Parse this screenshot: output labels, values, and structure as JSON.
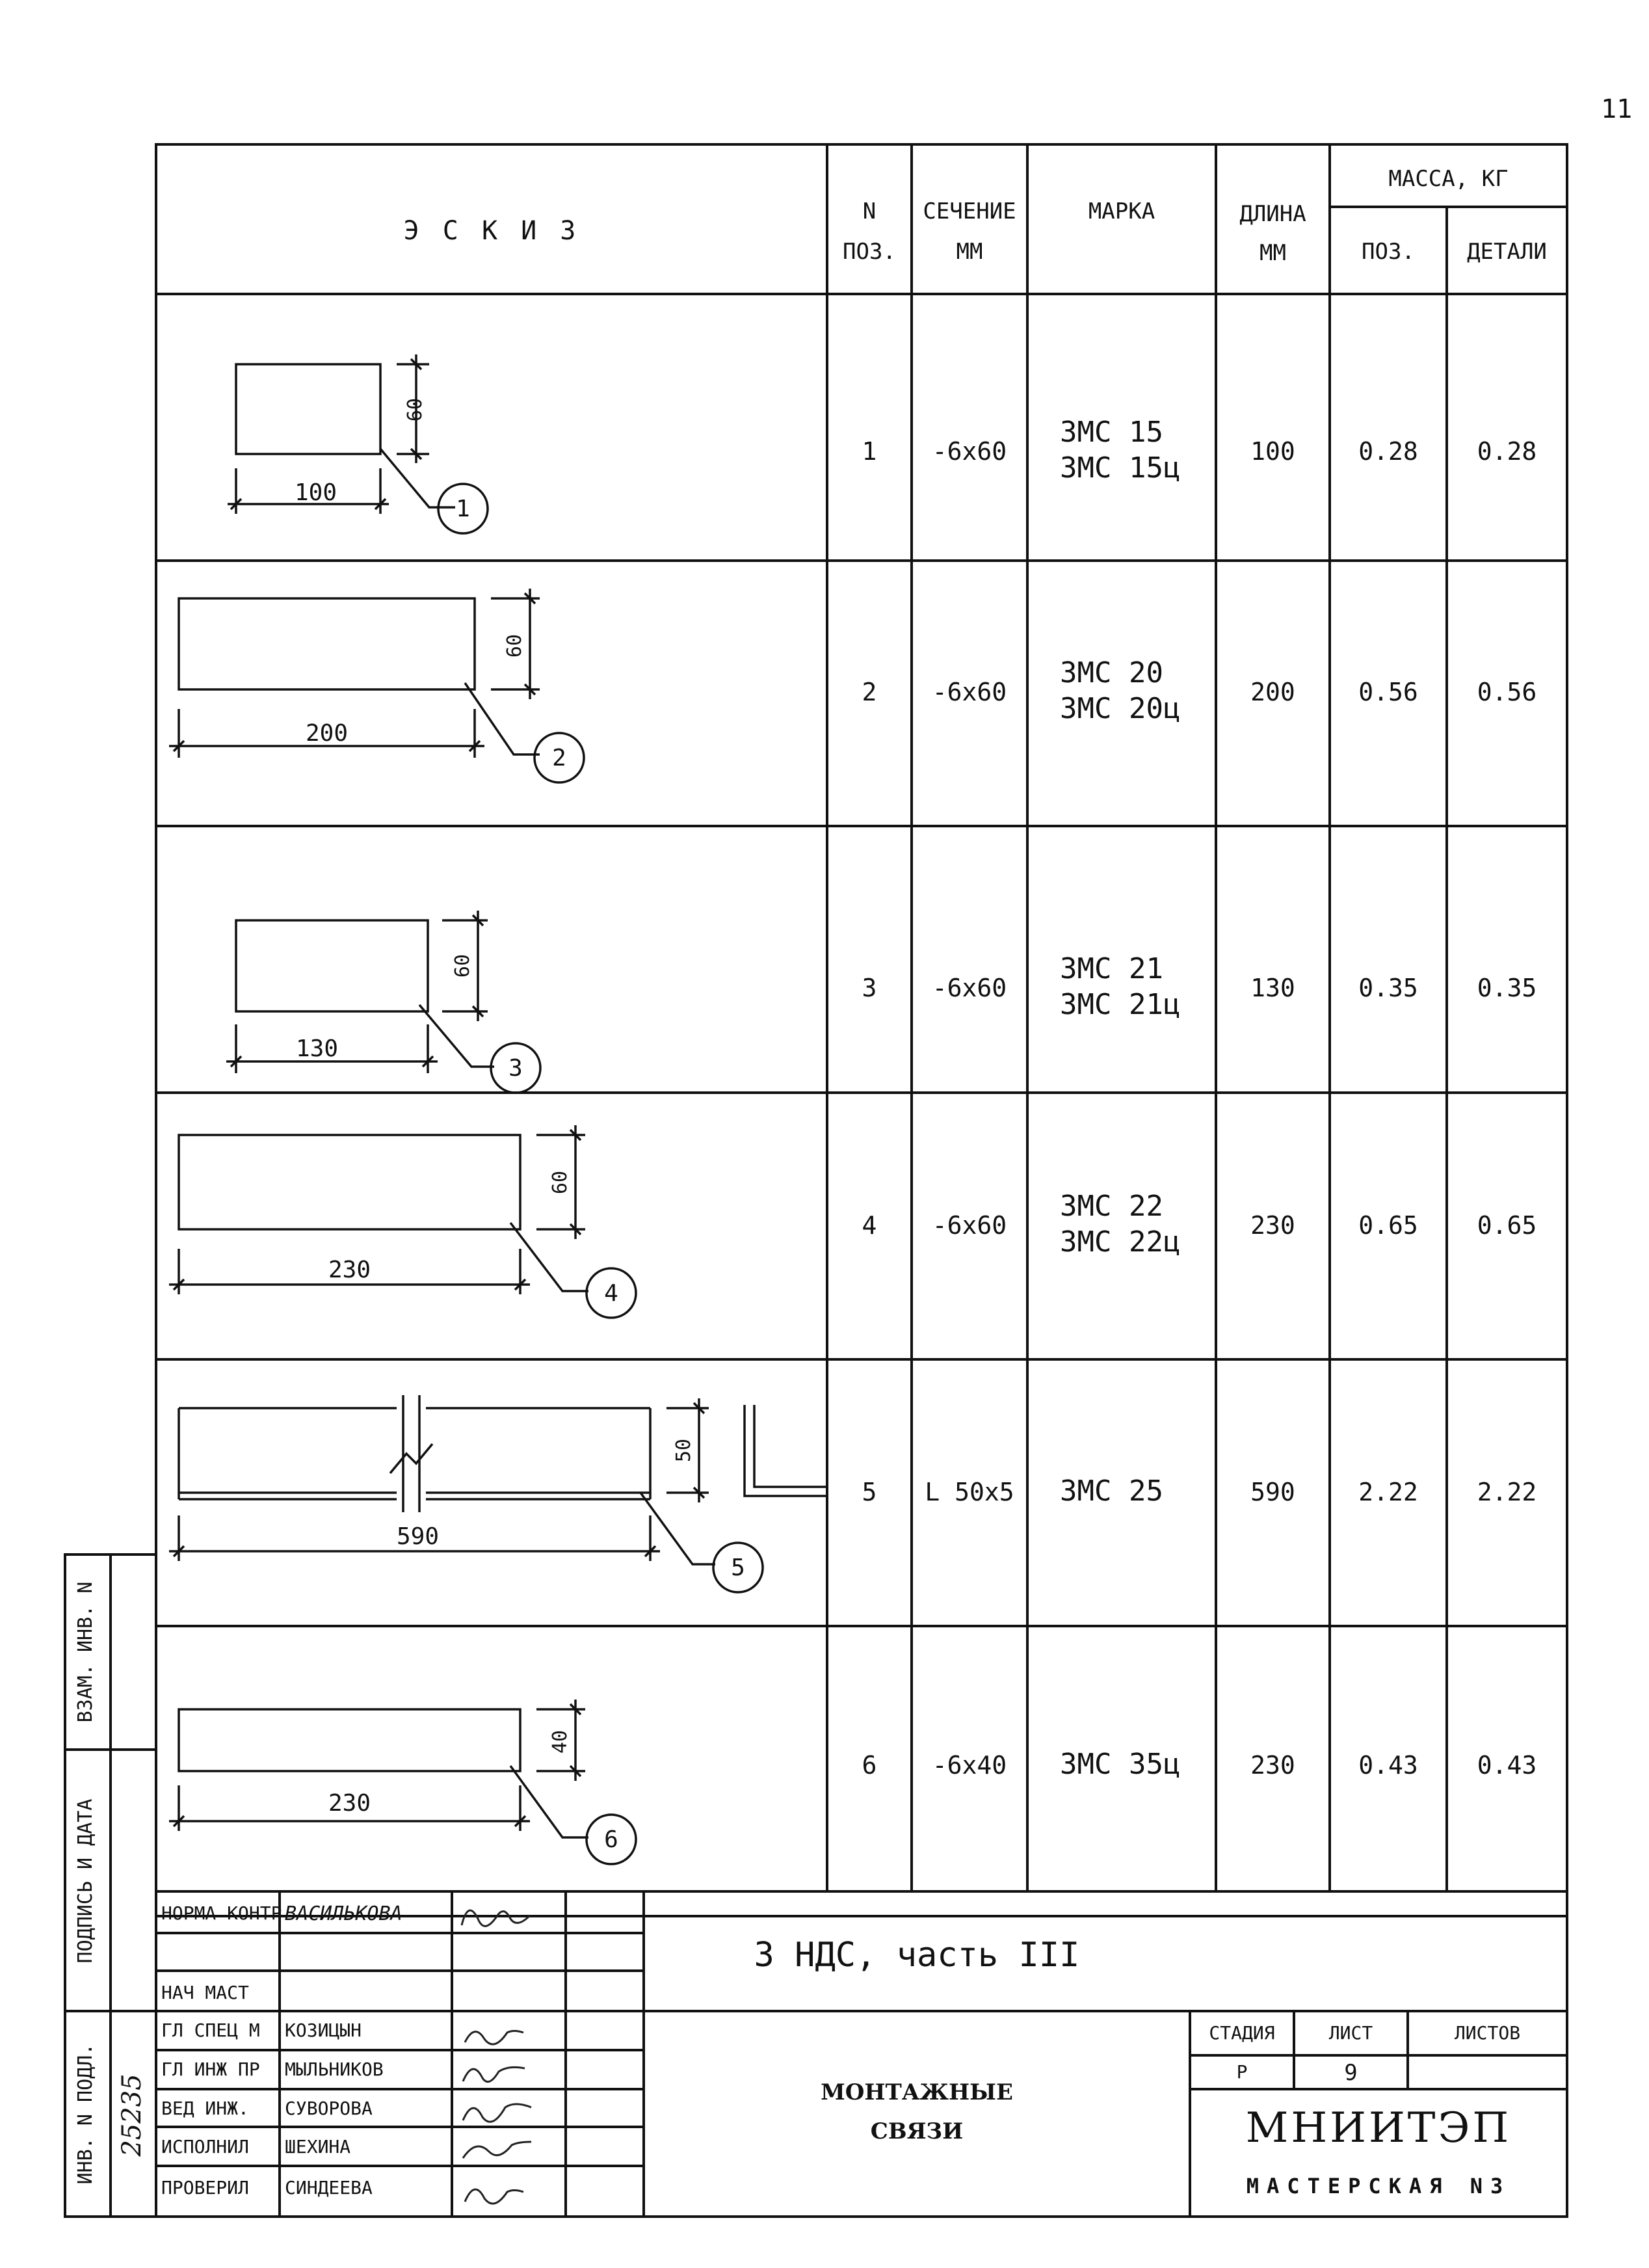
{
  "page_number": "11",
  "header": {
    "sketch": "Э С К И З",
    "pos_n": "N",
    "pos_label": "ПОЗ.",
    "section_1": "СЕЧЕНИЕ",
    "section_2": "ММ",
    "mark": "МАРКА",
    "length_1": "ДЛИНА",
    "length_2": "ММ",
    "mass": "МАССА, КГ",
    "mass_pos": "ПОЗ.",
    "mass_details": "ДЕТАЛИ"
  },
  "rows": [
    {
      "pos": "1",
      "section": "-6х60",
      "mark_1": "ЗМС 15",
      "mark_2": "ЗМС 15ц",
      "length": "100",
      "mass_pos": "0.28",
      "mass_details": "0.28",
      "sketch": {
        "width_label": "100",
        "height_label": "60",
        "callout": "1"
      }
    },
    {
      "pos": "2",
      "section": "-6х60",
      "mark_1": "ЗМС 20",
      "mark_2": "ЗМС 20ц",
      "length": "200",
      "mass_pos": "0.56",
      "mass_details": "0.56",
      "sketch": {
        "width_label": "200",
        "height_label": "60",
        "callout": "2"
      }
    },
    {
      "pos": "3",
      "section": "-6х60",
      "mark_1": "ЗМС 21",
      "mark_2": "ЗМС 21ц",
      "length": "130",
      "mass_pos": "0.35",
      "mass_details": "0.35",
      "sketch": {
        "width_label": "130",
        "height_label": "60",
        "callout": "3"
      }
    },
    {
      "pos": "4",
      "section": "-6х60",
      "mark_1": "ЗМС 22",
      "mark_2": "ЗМС 22ц",
      "length": "230",
      "mass_pos": "0.65",
      "mass_details": "0.65",
      "sketch": {
        "width_label": "230",
        "height_label": "60",
        "callout": "4"
      }
    },
    {
      "pos": "5",
      "section": "L 50х5",
      "mark_1": "ЗМС 25",
      "mark_2": "",
      "length": "590",
      "mass_pos": "2.22",
      "mass_details": "2.22",
      "sketch": {
        "width_label": "590",
        "height_label": "50",
        "callout": "5"
      }
    },
    {
      "pos": "6",
      "section": "-6х40",
      "mark_1": "ЗМС 35ц",
      "mark_2": "",
      "length": "230",
      "mass_pos": "0.43",
      "mass_details": "0.43",
      "sketch": {
        "width_label": "230",
        "height_label": "40",
        "callout": "6"
      }
    }
  ],
  "side_stamp": {
    "inv_vzam": "ВЗАМ. ИНВ. N",
    "podpis_data": "ПОДПИСЬ И ДАТА",
    "inv_podl": "ИНВ. N ПОДЛ.",
    "inv_number": "25235"
  },
  "title_block": {
    "roles": [
      "НОРМА КОНТР",
      "",
      "НАЧ МАСТ",
      "ГЛ СПЕЦ М",
      "ГЛ ИНЖ ПР",
      "ВЕД ИНЖ.",
      "ИСПОЛНИЛ",
      "ПРОВЕРИЛ"
    ],
    "names": [
      "ВАСИЛЬКОВА",
      "",
      "",
      "КОЗИЦЫН",
      "МЫЛЬНИКОВ",
      "СУВОРОВА",
      "ШЕХИНА",
      "СИНДЕЕВА"
    ],
    "project": "3 НДС, часть III",
    "drawing_title_1": "МОНТАЖНЫЕ",
    "drawing_title_2": "СВЯЗИ",
    "stage_label": "СТАДИЯ",
    "sheet_label": "ЛИСТ",
    "sheets_label": "ЛИСТОВ",
    "stage": "Р",
    "sheet": "9",
    "sheets": "",
    "org": "МНИИТЭП",
    "workshop": "МАСТЕРСКАЯ N3"
  }
}
